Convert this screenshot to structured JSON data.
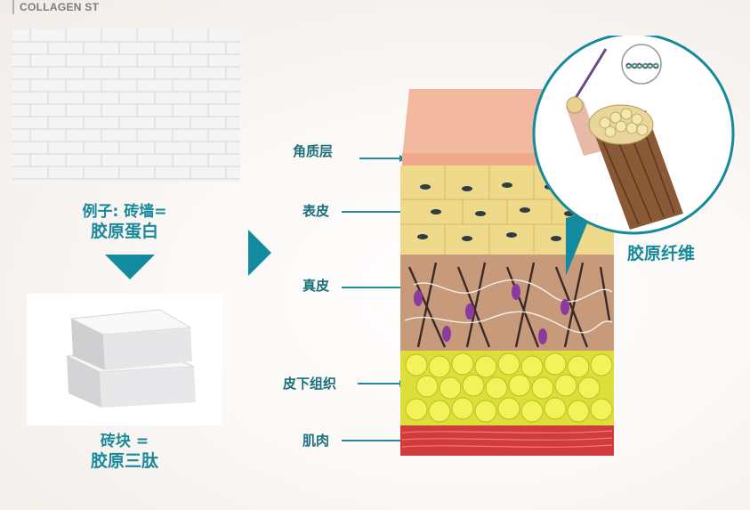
{
  "brand": "COLLAGEN ST",
  "example": {
    "line1": "例子: 砖墙=",
    "line2": "胶原蛋白"
  },
  "brick": {
    "line1": "砖块 =",
    "line2": "胶原三肽"
  },
  "layers": [
    {
      "label": "角质层"
    },
    {
      "label": "表皮"
    },
    {
      "label": "真皮"
    },
    {
      "label": "皮下组织"
    },
    {
      "label": "肌肉"
    }
  ],
  "fiber_label": "胶原纤维",
  "colors": {
    "teal": "#18899c",
    "arrow": "#2489a3",
    "cornified": "#f0a98b",
    "epidermis": "#efd98a",
    "dermis": "#c79a7c",
    "fat": "#dede3a",
    "muscle": "#d13b3b"
  }
}
